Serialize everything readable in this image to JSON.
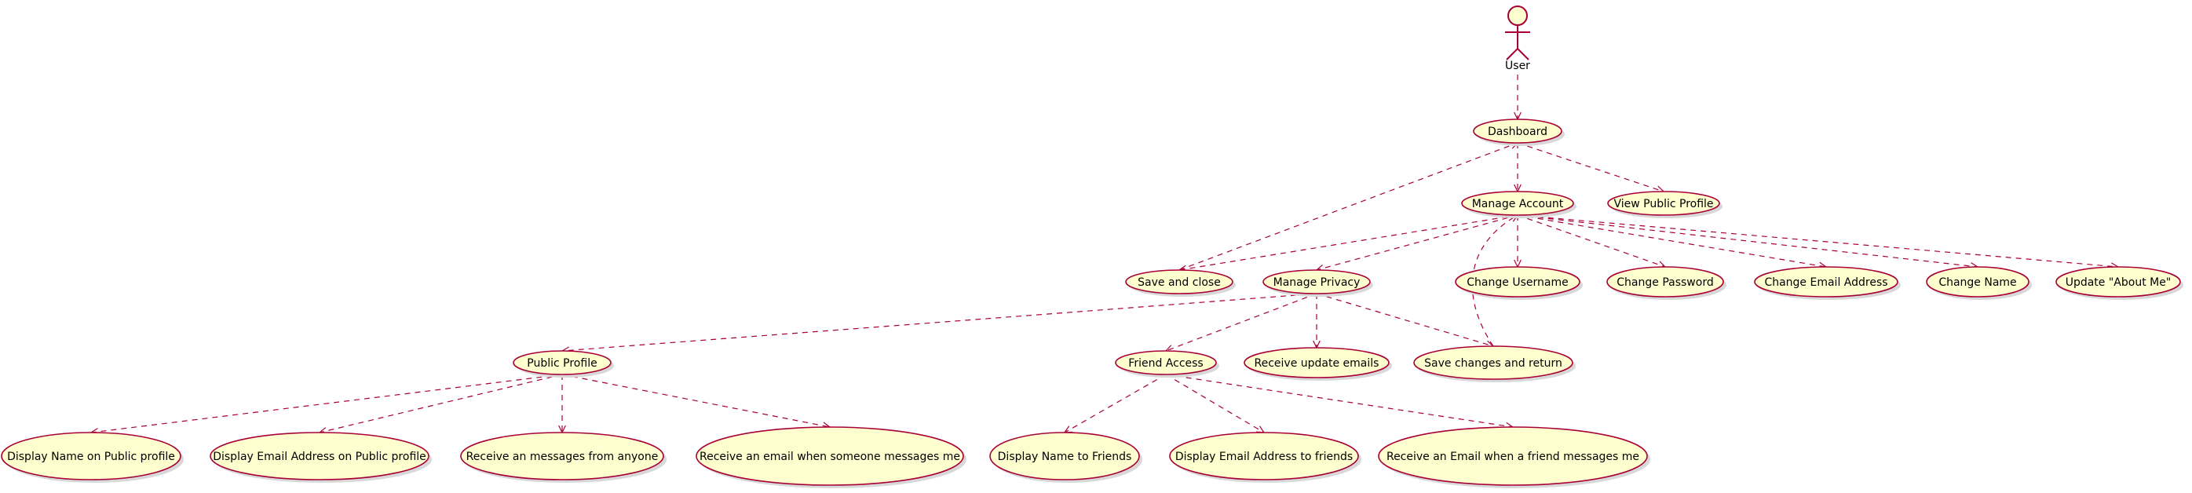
{
  "actor": {
    "label": "User"
  },
  "use_cases": {
    "dashboard": "Dashboard",
    "manage_account": "Manage Account",
    "view_public_profile": "View Public Profile",
    "save_and_close": "Save and close",
    "manage_privacy": "Manage Privacy",
    "change_username": "Change Username",
    "change_password": "Change Password",
    "change_email_address": "Change Email Address",
    "change_name": "Change Name",
    "update_about_me": "Update \"About Me\"",
    "public_profile": "Public Profile",
    "friend_access": "Friend Access",
    "receive_update_emails": "Receive update emails",
    "save_changes_and_return": "Save changes and return",
    "display_name_public": "Display Name on Public profile",
    "display_email_public": "Display Email Address on Public profile",
    "receive_messages_anyone": "Receive an messages from anyone",
    "receive_email_someone": "Receive an email when someone messages me",
    "display_name_friends": "Display Name to Friends",
    "display_email_friends": "Display Email Address to friends",
    "receive_email_friend": "Receive an Email when a friend messages me"
  },
  "relations": [
    [
      "actor",
      "dashboard"
    ],
    [
      "dashboard",
      "manage_account"
    ],
    [
      "dashboard",
      "view_public_profile"
    ],
    [
      "save_and_close",
      "dashboard"
    ],
    [
      "manage_account",
      "save_and_close"
    ],
    [
      "manage_account",
      "manage_privacy"
    ],
    [
      "manage_account",
      "change_username"
    ],
    [
      "manage_account",
      "change_password"
    ],
    [
      "manage_account",
      "change_email_address"
    ],
    [
      "manage_account",
      "change_name"
    ],
    [
      "manage_account",
      "update_about_me"
    ],
    [
      "save_changes_and_return",
      "manage_account"
    ],
    [
      "manage_privacy",
      "public_profile"
    ],
    [
      "manage_privacy",
      "friend_access"
    ],
    [
      "manage_privacy",
      "receive_update_emails"
    ],
    [
      "manage_privacy",
      "save_changes_and_return"
    ],
    [
      "public_profile",
      "display_name_public"
    ],
    [
      "public_profile",
      "display_email_public"
    ],
    [
      "public_profile",
      "receive_messages_anyone"
    ],
    [
      "public_profile",
      "receive_email_someone"
    ],
    [
      "friend_access",
      "display_name_friends"
    ],
    [
      "friend_access",
      "display_email_friends"
    ],
    [
      "friend_access",
      "receive_email_friend"
    ]
  ]
}
